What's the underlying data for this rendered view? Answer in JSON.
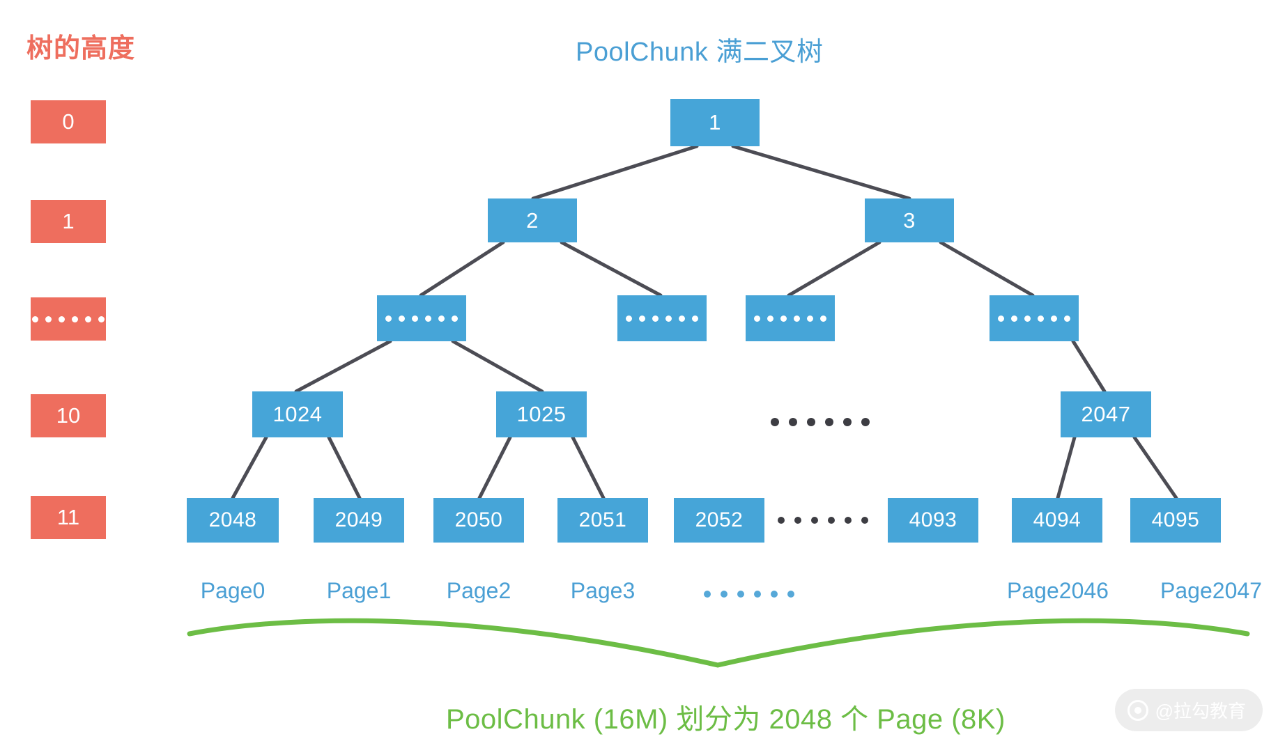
{
  "headings": {
    "left_label": "树的高度",
    "title": "PoolChunk 满二叉树"
  },
  "colors": {
    "node_blue": "#46a5d8",
    "height_red": "#ee6e5e",
    "edge_gray": "#4c4c54",
    "caption_green": "#6cbd45",
    "title_blue": "#4a9fd4",
    "background": "#ffffff"
  },
  "height_labels": [
    {
      "label": "0",
      "is_ellipsis": false
    },
    {
      "label": "1",
      "is_ellipsis": false
    },
    {
      "label": "......",
      "is_ellipsis": true
    },
    {
      "label": "10",
      "is_ellipsis": false
    },
    {
      "label": "11",
      "is_ellipsis": false
    }
  ],
  "tree": {
    "level0": [
      {
        "label": "1",
        "is_ellipsis": false
      }
    ],
    "level1": [
      {
        "label": "2",
        "is_ellipsis": false
      },
      {
        "label": "3",
        "is_ellipsis": false
      }
    ],
    "level2": [
      {
        "label": "......",
        "is_ellipsis": true
      },
      {
        "label": "......",
        "is_ellipsis": true
      },
      {
        "label": "......",
        "is_ellipsis": true
      },
      {
        "label": "......",
        "is_ellipsis": true
      }
    ],
    "level10": [
      {
        "label": "1024",
        "is_ellipsis": false
      },
      {
        "label": "1025",
        "is_ellipsis": false
      },
      {
        "label": "2047",
        "is_ellipsis": false
      }
    ],
    "level10_gap_dots": 6,
    "level11": [
      {
        "label": "2048",
        "is_ellipsis": false
      },
      {
        "label": "2049",
        "is_ellipsis": false
      },
      {
        "label": "2050",
        "is_ellipsis": false
      },
      {
        "label": "2051",
        "is_ellipsis": false
      },
      {
        "label": "2052",
        "is_ellipsis": false
      },
      {
        "label": "4093",
        "is_ellipsis": false
      },
      {
        "label": "4094",
        "is_ellipsis": false
      },
      {
        "label": "4095",
        "is_ellipsis": false
      }
    ],
    "level11_gap_dots": 6
  },
  "page_labels": [
    "Page0",
    "Page1",
    "Page2",
    "Page3",
    "Page2046",
    "Page2047"
  ],
  "page_gap_dots": 6,
  "caption": "PoolChunk (16M) 划分为 2048 个 Page (8K)",
  "watermark": {
    "text": "@拉勾教育"
  }
}
